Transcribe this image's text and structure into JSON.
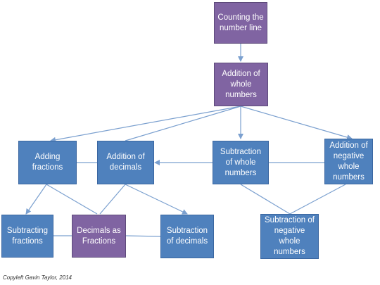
{
  "colors": {
    "node_blue": "#4f81bd",
    "node_purple": "#8064a2",
    "edge": "#7ba0cf"
  },
  "nodes": {
    "counting": "Counting the number line",
    "addition_whole": "Addition of whole numbers",
    "adding_fractions": "Adding fractions",
    "addition_decimals": "Addition of decimals",
    "subtraction_whole": "Subtraction of whole numbers",
    "addition_negative": "Addition of negative whole numbers",
    "subtracting_fractions": "Subtracting fractions",
    "decimals_as_fractions": "Decimals as Fractions",
    "subtraction_decimals": "Subtraction of decimals",
    "subtraction_negative": "Subtraction of negative whole numbers"
  },
  "footer": {
    "copyleft": "Copyleft Gavin Taylor, 2014"
  }
}
